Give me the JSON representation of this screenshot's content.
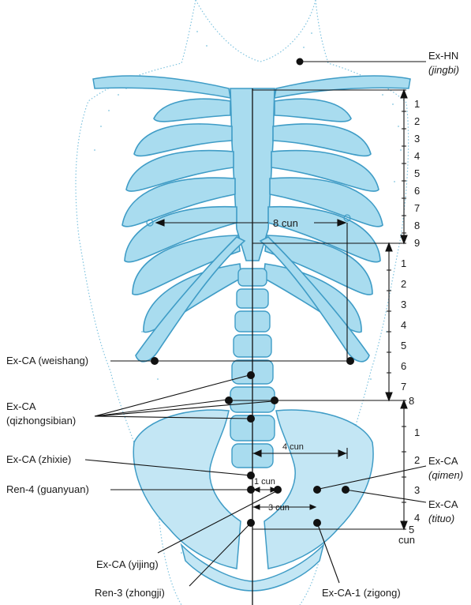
{
  "colors": {
    "bone_fill": "#a9dcef",
    "bone_stroke": "#3f9cc6",
    "skin_dots": "#7fc3df",
    "pelvis_fill": "#c3e6f4",
    "line": "#111111",
    "point": "#111111"
  },
  "labels": {
    "jingbi_code": "Ex-HN",
    "jingbi_name": "(jingbi)",
    "weishang": "Ex-CA (weishang)",
    "qizhong_code": "Ex-CA",
    "qizhong_name": "(qizhongsibian)",
    "zhixie": "Ex-CA (zhixie)",
    "guanyuan": "Ren-4 (guanyuan)",
    "yijing": "Ex-CA (yijing)",
    "zhongji": "Ren-3 (zhongji)",
    "zigong": "Ex-CA-1 (zigong)",
    "qimen_code": "Ex-CA",
    "qimen_name": "(qimen)",
    "tituo_code": "Ex-CA",
    "tituo_name": "(tituo)",
    "eight_cun": "8 cun",
    "four_cun": "4 cun",
    "one_cun": "1 cun",
    "three_cun": "3 cun",
    "cun_unit": "cun"
  },
  "scales": {
    "upper": [
      "1",
      "2",
      "3",
      "4",
      "5",
      "6",
      "7",
      "8",
      "9"
    ],
    "middle": [
      "1",
      "2",
      "3",
      "4",
      "5",
      "6",
      "7",
      "8"
    ],
    "lower": [
      "1",
      "2",
      "3",
      "4",
      "5"
    ]
  }
}
